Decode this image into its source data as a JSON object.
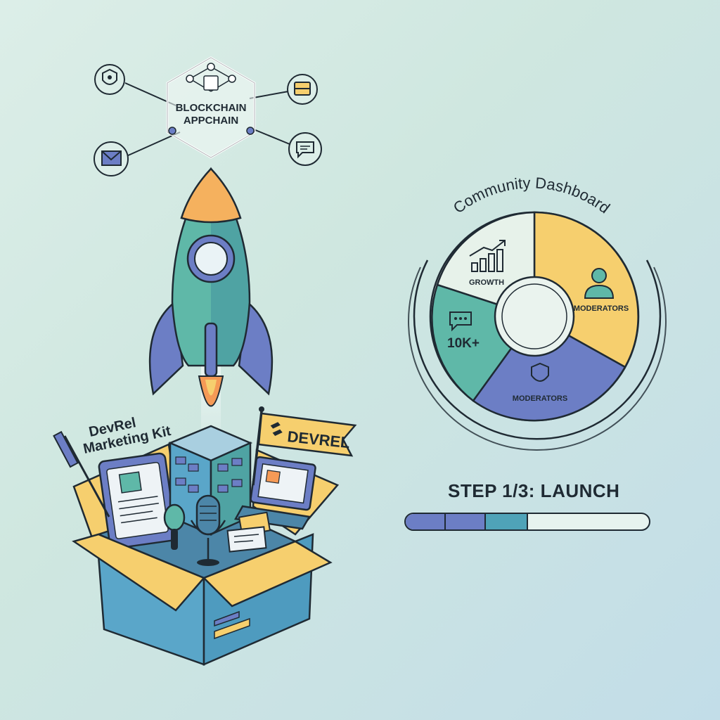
{
  "network": {
    "hub_line1": "BLOCKCHAIN",
    "hub_line2": "APPCHAIN"
  },
  "box": {
    "kit_line1": "DevRel",
    "kit_line2": "Marketing Kit",
    "flag_label": "DEVREL"
  },
  "dashboard": {
    "title": "Community Dashboard",
    "growth_label": "GROWTH",
    "members_value": "10K+",
    "moderators_label_1": "MODERATORS",
    "moderators_label_2": "MODERATORS"
  },
  "progress": {
    "label": "STEP 1/3: LAUNCH",
    "fraction_filled": 0.5
  },
  "colors": {
    "orange": "#f59a56",
    "yellow": "#f6cf6e",
    "teal": "#5fb8a8",
    "blue": "#6c7ec5",
    "box_blue": "#5aa6c9",
    "ink": "#1f2a33"
  }
}
